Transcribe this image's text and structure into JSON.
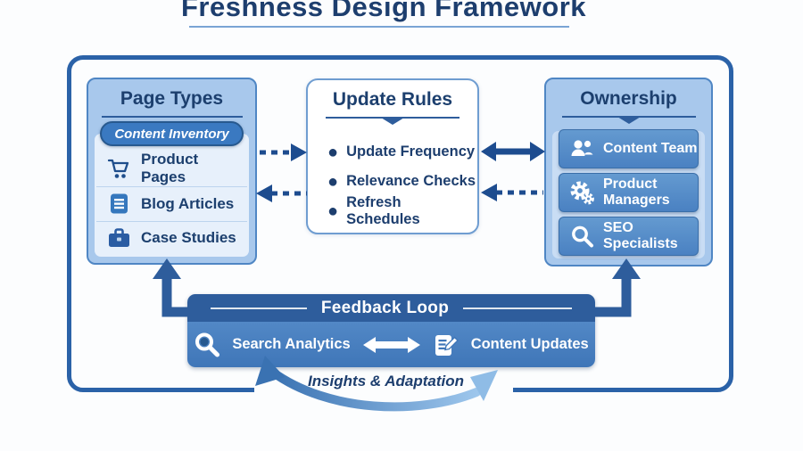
{
  "title": {
    "text": "Freshness Design Framework"
  },
  "page_types": {
    "title": "Page Types",
    "badge": "Content Inventory",
    "items": [
      {
        "icon": "cart-icon",
        "label": "Product Pages"
      },
      {
        "icon": "document-icon",
        "label": "Blog Articles"
      },
      {
        "icon": "briefcase-icon",
        "label": "Case Studies"
      }
    ]
  },
  "update_rules": {
    "title": "Update Rules",
    "bullets": [
      "Update Frequency",
      "Relevance Checks",
      "Refresh Schedules"
    ]
  },
  "ownership": {
    "title": "Ownership",
    "members": [
      {
        "icon": "people-icon",
        "label": "Content Team"
      },
      {
        "icon": "gears-icon",
        "label": "Product Managers"
      },
      {
        "icon": "magnifier-icon",
        "label": "SEO Specialists"
      }
    ]
  },
  "feedback": {
    "title": "Feedback Loop",
    "left_label": "Search Analytics",
    "right_label": "Content Updates",
    "loop_label": "Insights & Adaptation"
  },
  "colors": {
    "navy_text": "#1d3e6e",
    "accent_rule": "#2e5d9c",
    "outer_border": "#2b62a8",
    "panel_bg": "#a8c8ec",
    "panel_inner": "#e7f0fb",
    "pill_bg": "#3a79c1",
    "button_bg": "#4d84c4",
    "feedback_header": "#2e5d9c",
    "feedback_body": "#4379ba",
    "arrow_dark": "#1d4c8f"
  }
}
